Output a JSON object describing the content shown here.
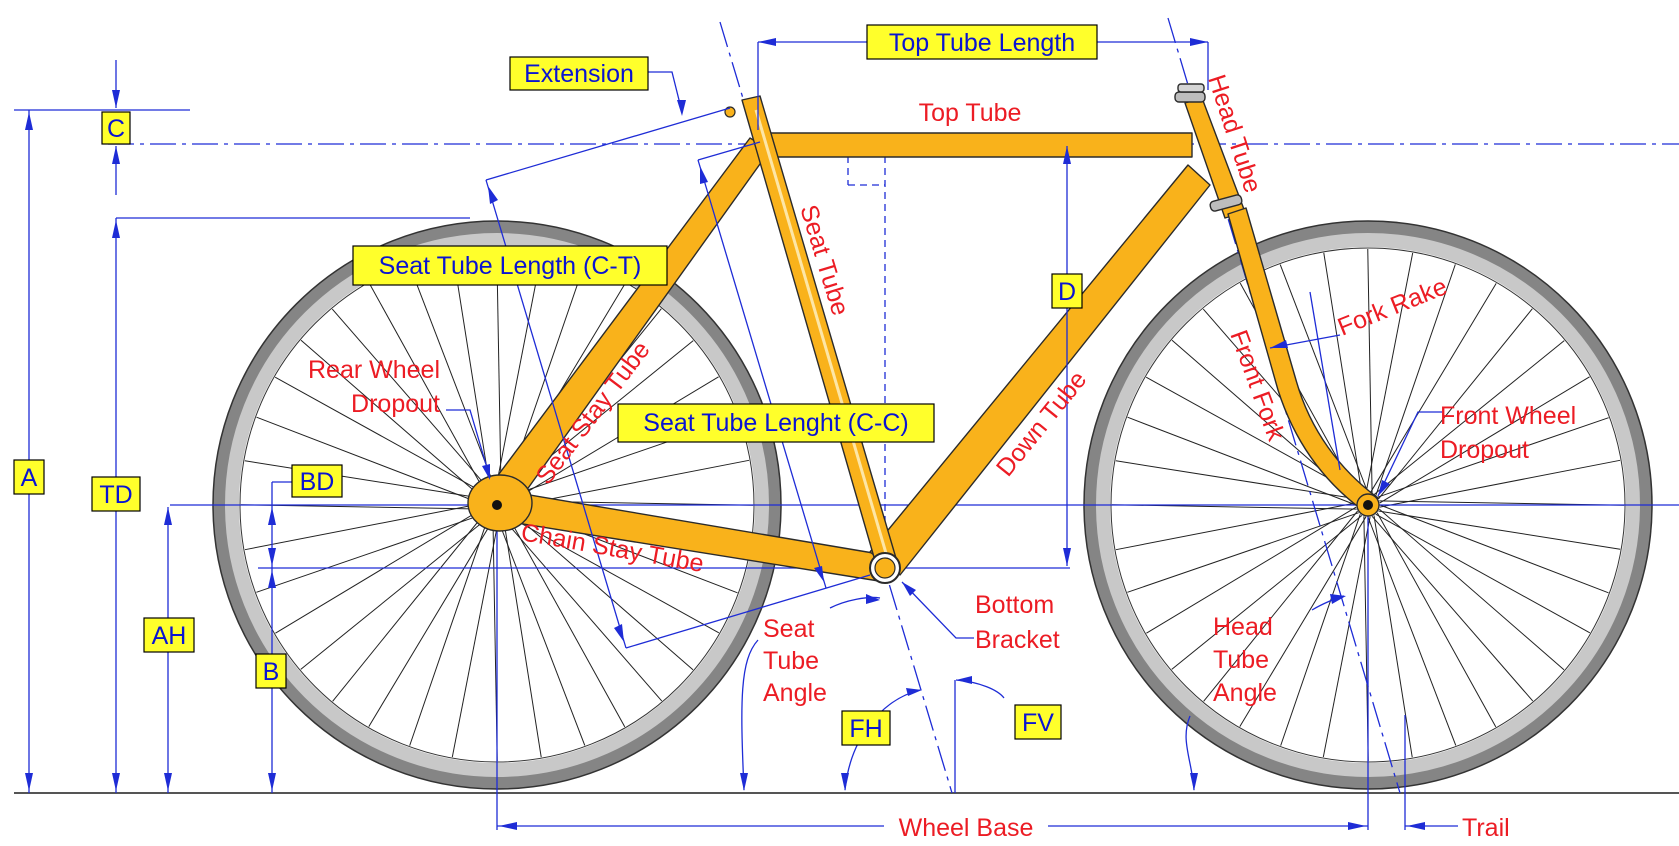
{
  "labels": {
    "top_tube_length": "Top Tube Length",
    "extension": "Extension",
    "c": "C",
    "seat_tube_length_ct": "Seat Tube Length (C-T)",
    "seat_tube_length_cc": "Seat Tube Lenght (C-C)",
    "d": "D",
    "a": "A",
    "td": "TD",
    "bd": "BD",
    "ah": "AH",
    "b": "B",
    "fh": "FH",
    "fv": "FV"
  },
  "parts": {
    "top_tube": "Top Tube",
    "head_tube": "Head Tube",
    "seat_tube": "Seat Tube",
    "seat_stay_tube": "Seat Stay Tube",
    "down_tube": "Down Tube",
    "chain_stay_tube": "Chain Stay Tube",
    "front_fork": "Front Fork",
    "fork_rake": "Fork Rake",
    "rear_wheel_dropout_1": "Rear Wheel",
    "rear_wheel_dropout_2": "Dropout",
    "front_wheel_dropout_1": "Front Wheel",
    "front_wheel_dropout_2": "Dropout",
    "seat_tube_angle_1": "Seat",
    "seat_tube_angle_2": "Tube",
    "seat_tube_angle_3": "Angle",
    "bottom_bracket_1": "Bottom",
    "bottom_bracket_2": "Bracket",
    "head_tube_angle_1": "Head",
    "head_tube_angle_2": "Tube",
    "head_tube_angle_3": "Angle",
    "wheel_base": "Wheel Base",
    "trail": "Trail"
  },
  "colors": {
    "frame": "#f9b21b",
    "dimension_lines": "#1e2cd6",
    "label_box": "#ffff2b",
    "label_box_text": "#0a14d2",
    "part_text": "#ec1c24",
    "tire": "#808080"
  }
}
